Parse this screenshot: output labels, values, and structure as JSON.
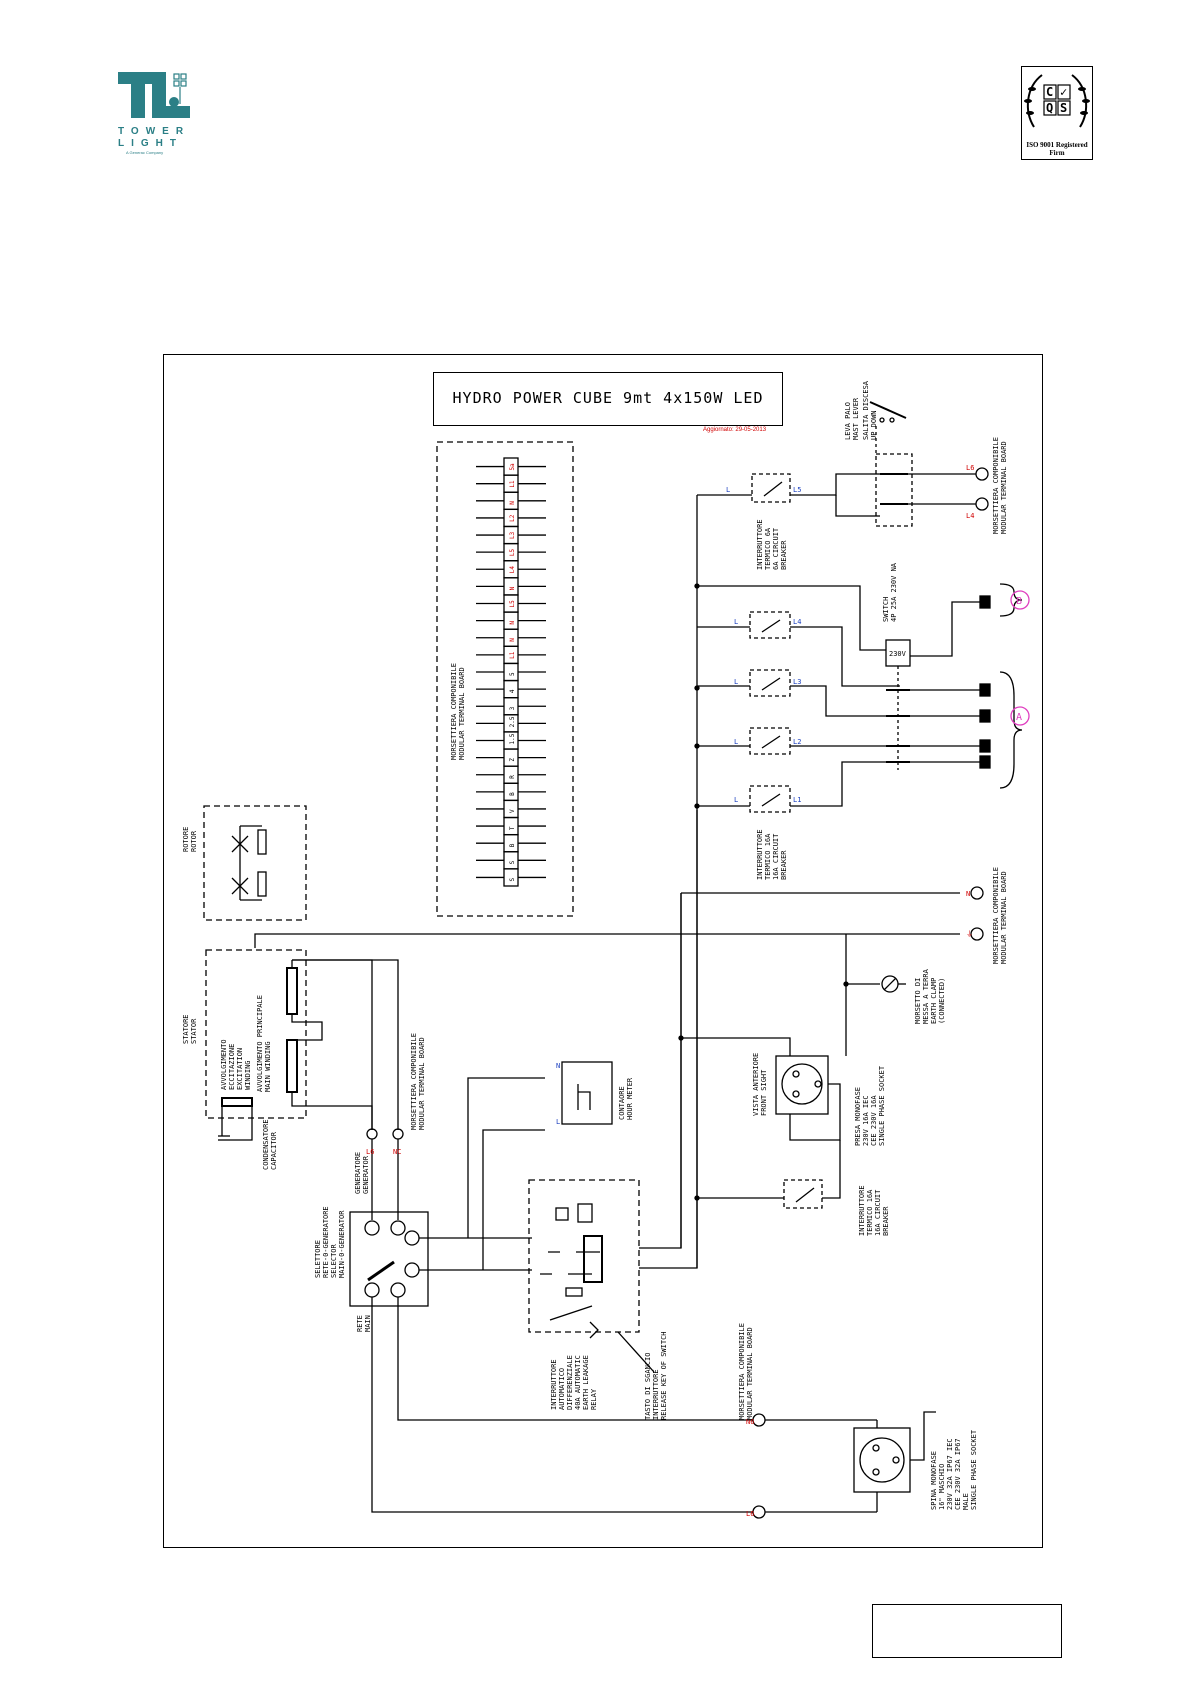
{
  "logo": {
    "word": "TOWER LIGHT",
    "subtitle": "A Generac Company"
  },
  "certification": {
    "mark": "CQS",
    "caption": "ISO 9001 Registered Firm"
  },
  "diagram": {
    "title": "HYDRO POWER CUBE 9mt 4x150W LED",
    "updated": "Aggiornato: 29-05-2013",
    "terminal_strip_label": "MORSETTIERA COMPONIBILE\nMODULAR TERMINAL BOARD",
    "terminal_ids": [
      "S",
      "S",
      "B",
      "T",
      "V",
      "B",
      "R",
      "Z",
      "1.5",
      "2.5",
      "3",
      "4",
      "5",
      "L1",
      "N",
      "N",
      "L5",
      "N",
      "L4",
      "L5",
      "L3",
      "L2",
      "N",
      "L1",
      "5a"
    ],
    "labels": {
      "rotor": "ROTORE\nROTOR",
      "stator": "STATORE\nSTATOR",
      "exc_winding": "AVVOLGIMENTO\nECCITAZIONE\nEXCITATION\nWINDING",
      "main_winding": "AVVOLGIMENTO PRINCIPALE\nMAIN WINDING",
      "capacitor": "CONDENSATORE\nCAPACITOR",
      "generator": "GENERATORE\nGENERATOR",
      "selector": "SELETTORE\nRETE-0-GENERATORE\nSELECTOR\nMAIN-0-GENERATOR",
      "main": "RETE\nMAIN",
      "terminal_board": "MORSETTIERA COMPONIBILE\nMODULAR TERMINAL BOARD",
      "hour_meter": "CONTAORE\nHOUR METER",
      "rcbo": "INTERRUTTORE\nAUTOMATICO\nDIFFERENZIALE\n40A AUTOMATIC\nEARTH LEAKAGE\nRELAY",
      "release_key": "TASTO DI SGANCIO\nINTERRUTTORE\nRELEASE KEY OF SWITCH",
      "front_sight": "VISTA ANTERIORE\nFRONT SIGHT",
      "socket": "PRESA MONOFASE\n230V 16A IEC\nCEE 230V 16A\nSINGLE PHASE SOCKET",
      "earth_clamp": "MORSETTO DI\nMESSA A TERRA\nEARTH CLAMP\n(CONNECTED)",
      "breaker_16a": "INTERRUTTORE\nTERMICO 16A\n16A CIRCUIT\nBREAKER",
      "breaker_6a": "INTERRUTTORE\nTERMICO 6A\n6A CIRCUIT\nBREAKER",
      "plug": "SPINA MONOFASE\n16\" MASCHIO\n230V 32A IP67 IEC\nCEE 230V 32A IP67\nMALE\nSINGLE PHASE SOCKET",
      "switch": "SWITCH\n4P 25A 230V NA",
      "mast_lever": "LEVA PALO\nMAST LEVER",
      "up_down": "SALITA DISCESA\nUP DOWN",
      "group_a": "A",
      "group_b": "B",
      "coil": "230V"
    }
  }
}
